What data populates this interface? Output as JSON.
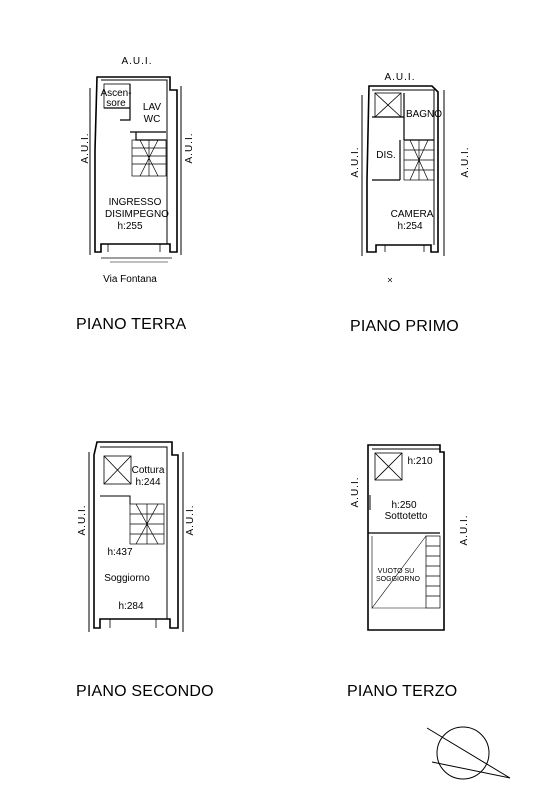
{
  "plans": {
    "terra": {
      "title": "PIANO TERRA",
      "aui_top": "A.U.I.",
      "aui_left": "A.U.I.",
      "aui_right": "A.U.I.",
      "rooms": {
        "ascensore_1": "Ascen-",
        "ascensore_2": "sore",
        "lav": "LAV",
        "wc": "WC",
        "ingresso": "INGRESSO",
        "disimpegno": "DISIMPEGNO",
        "height": "h:255"
      },
      "street": "Via Fontana"
    },
    "primo": {
      "title": "PIANO PRIMO",
      "aui_top": "A.U.I.",
      "aui_left": "A.U.I.",
      "aui_right": "A.U.I.",
      "rooms": {
        "bagno": "BAGNO",
        "dis": "DIS.",
        "camera": "CAMERA",
        "height": "h:254"
      }
    },
    "secondo": {
      "title": "PIANO SECONDO",
      "aui_left": "A.U.I.",
      "aui_right": "A.U.I.",
      "rooms": {
        "cottura": "Cottura",
        "cottura_height": "h:244",
        "height_437": "h:437",
        "soggiorno": "Soggiorno",
        "height_284": "h:284"
      }
    },
    "terzo": {
      "title": "PIANO TERZO",
      "aui_left": "A.U.I.",
      "aui_right": "A.U.I.",
      "rooms": {
        "height_210": "h:210",
        "height_250": "h:250",
        "sottotetto": "Sottotetto",
        "vuoto_1": "VUOTO SU",
        "vuoto_2": "SOGGIORNO"
      }
    }
  },
  "north_arrow_icon": "compass-north-arrow-icon"
}
